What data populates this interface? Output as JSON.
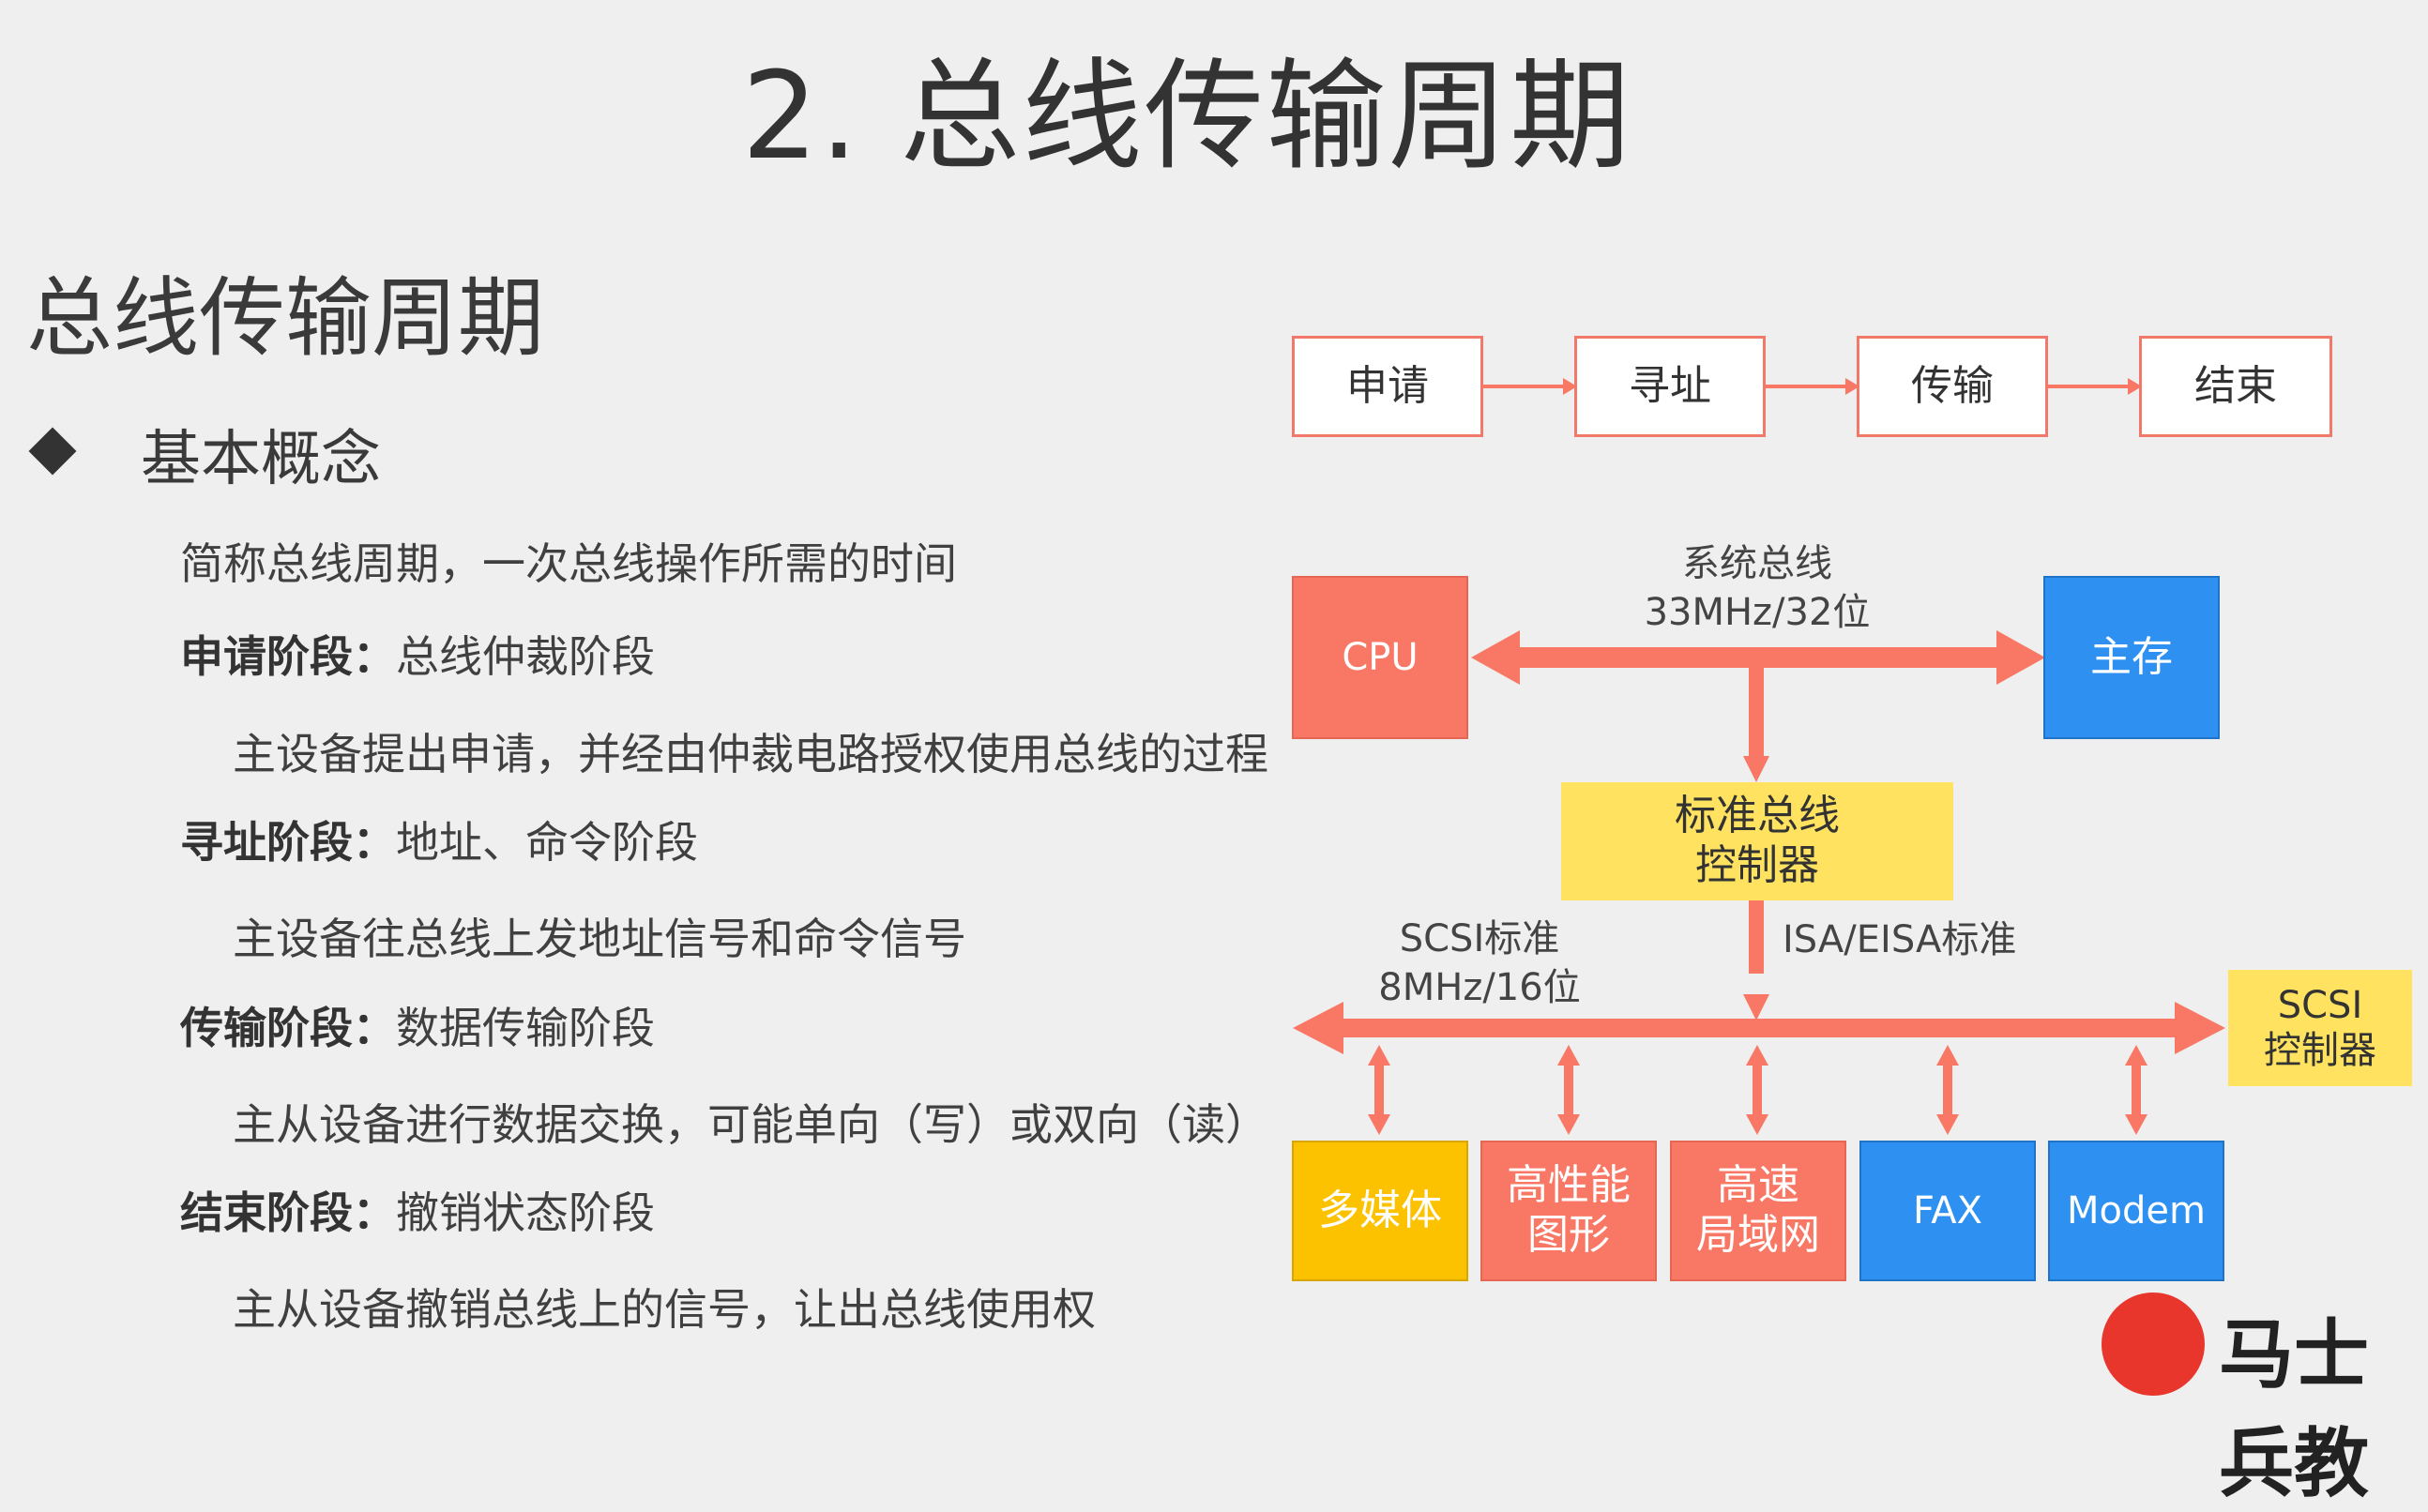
{
  "title": "2. 总线传输周期",
  "section_title": "总线传输周期",
  "concept_heading": "基本概念",
  "intro": "简称总线周期，一次总线操作所需的时间",
  "phases": [
    {
      "name": "申请阶段：",
      "summary": "总线仲裁阶段",
      "detail": "主设备提出申请，并经由仲裁电路授权使用总线的过程"
    },
    {
      "name": "寻址阶段：",
      "summary": "地址、命令阶段",
      "detail": "主设备往总线上发地址信号和命令信号"
    },
    {
      "name": "传输阶段：",
      "summary": "数据传输阶段",
      "detail": "主从设备进行数据交换，可能单向（写）或双向（读）"
    },
    {
      "name": "结束阶段：",
      "summary": "撤销状态阶段",
      "detail": "主从设备撤销总线上的信号，让出总线使用权"
    }
  ],
  "flow": [
    "申请",
    "寻址",
    "传输",
    "结束"
  ],
  "diagram": {
    "cpu": "CPU",
    "main_memory": "主存",
    "system_bus_line1": "系统总线",
    "system_bus_line2": "33MHz/32位",
    "controller_line1": "标准总线",
    "controller_line2": "控制器",
    "scsi_std_line1": "SCSI标准",
    "scsi_std_line2": "8MHz/16位",
    "isa_label": "ISA/EISA标准",
    "scsi_ctrl_line1": "SCSI",
    "scsi_ctrl_line2": "控制器",
    "devices": [
      {
        "line1": "多媒体",
        "line2": ""
      },
      {
        "line1": "高性能",
        "line2": "图形"
      },
      {
        "line1": "高速",
        "line2": "局域网"
      },
      {
        "line1": "FAX",
        "line2": ""
      },
      {
        "line1": "Modem",
        "line2": ""
      }
    ],
    "colors": {
      "arrow": "#f87865",
      "flow_border": "#f2796a"
    }
  },
  "logo_text": "马士兵教"
}
